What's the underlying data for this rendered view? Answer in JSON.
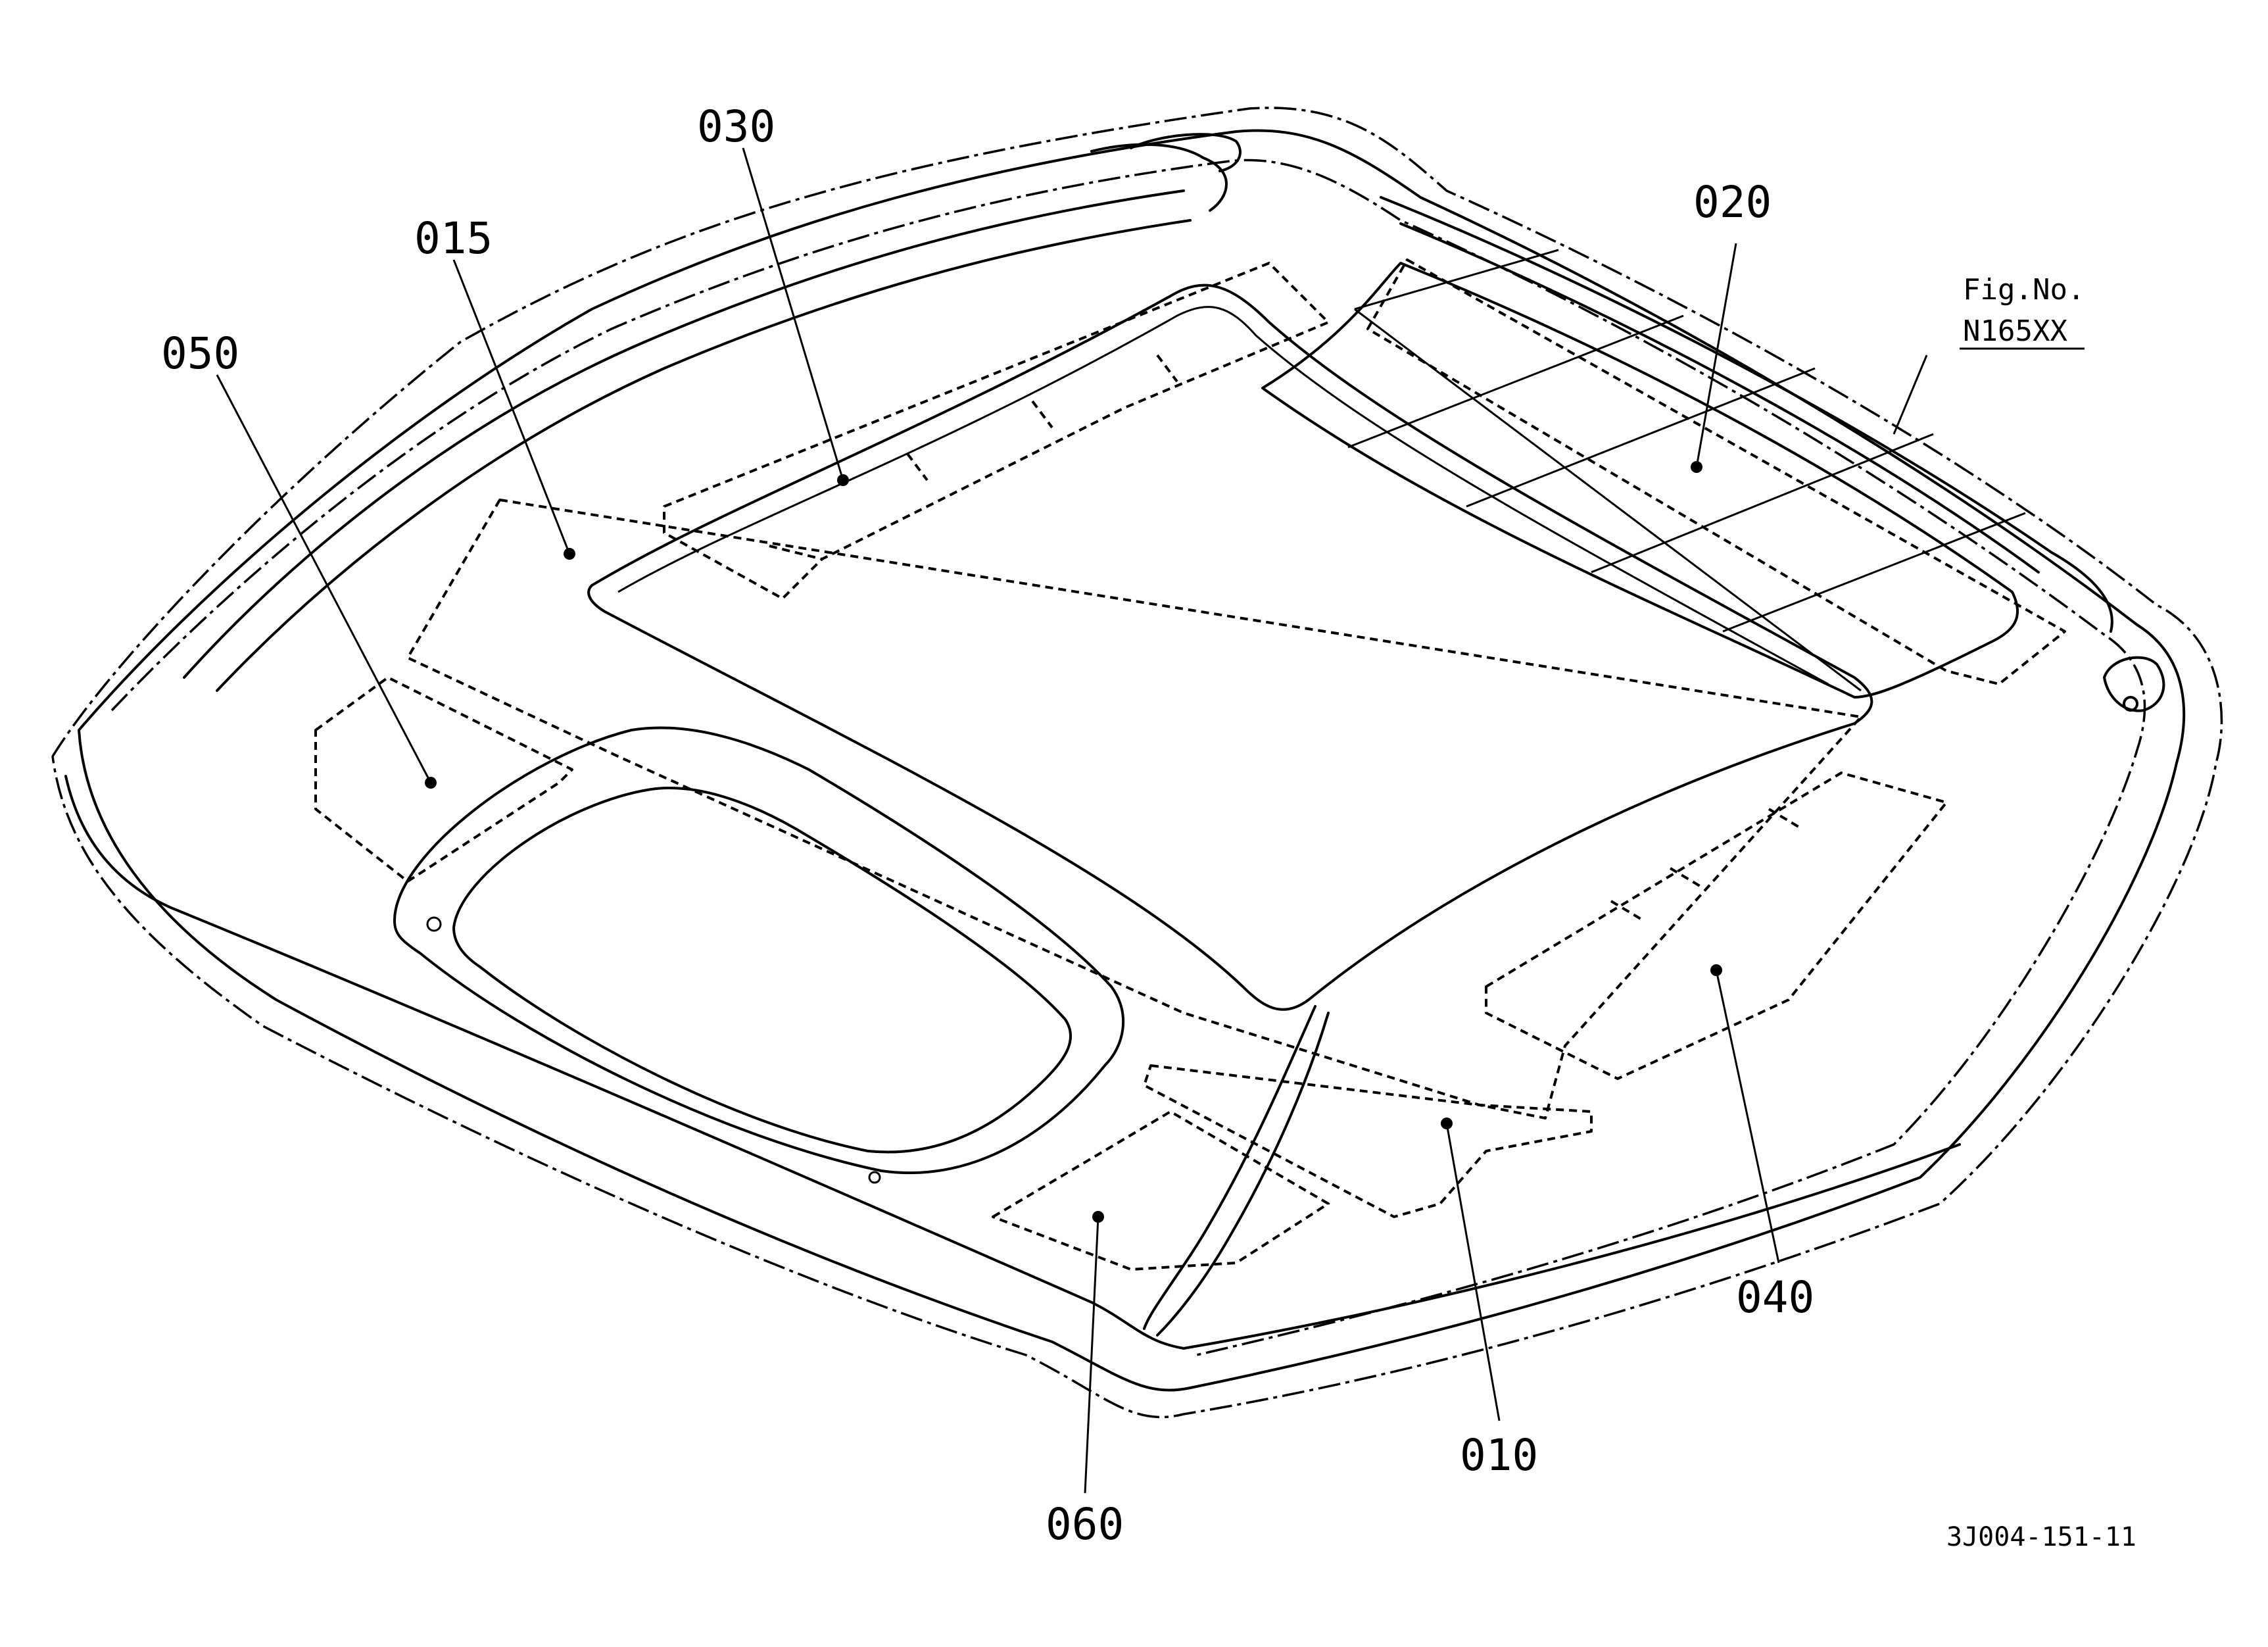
{
  "figure": {
    "fig_label": "Fig.No.",
    "fig_number": "N165XX",
    "drawing_code": "3J004-151-11"
  },
  "callouts": {
    "c010": "010",
    "c015": "015",
    "c020": "020",
    "c030": "030",
    "c040": "040",
    "c050": "050",
    "c060": "060"
  },
  "colors": {
    "line": "#000000",
    "background": "#ffffff"
  }
}
